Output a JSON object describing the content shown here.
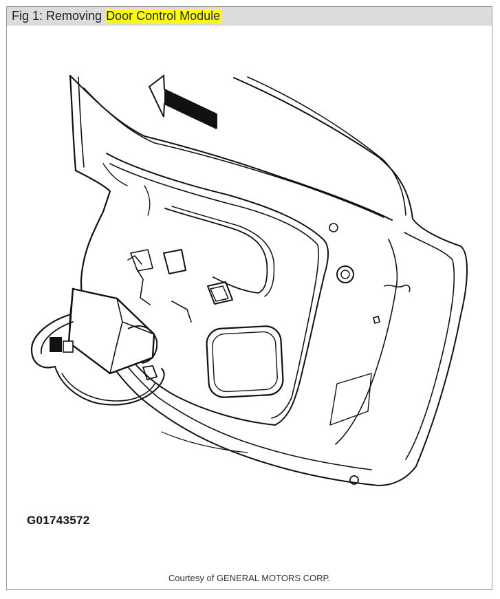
{
  "figure": {
    "caption_prefix": "Fig 1: Removing ",
    "caption_highlight": "Door Control Module",
    "figure_code": "G01743572",
    "courtesy": "Courtesy of GENERAL MOTORS CORP."
  },
  "colors": {
    "header_bg": "#dcdcdc",
    "highlight": "#ffff00",
    "border": "#9a9a9a"
  }
}
